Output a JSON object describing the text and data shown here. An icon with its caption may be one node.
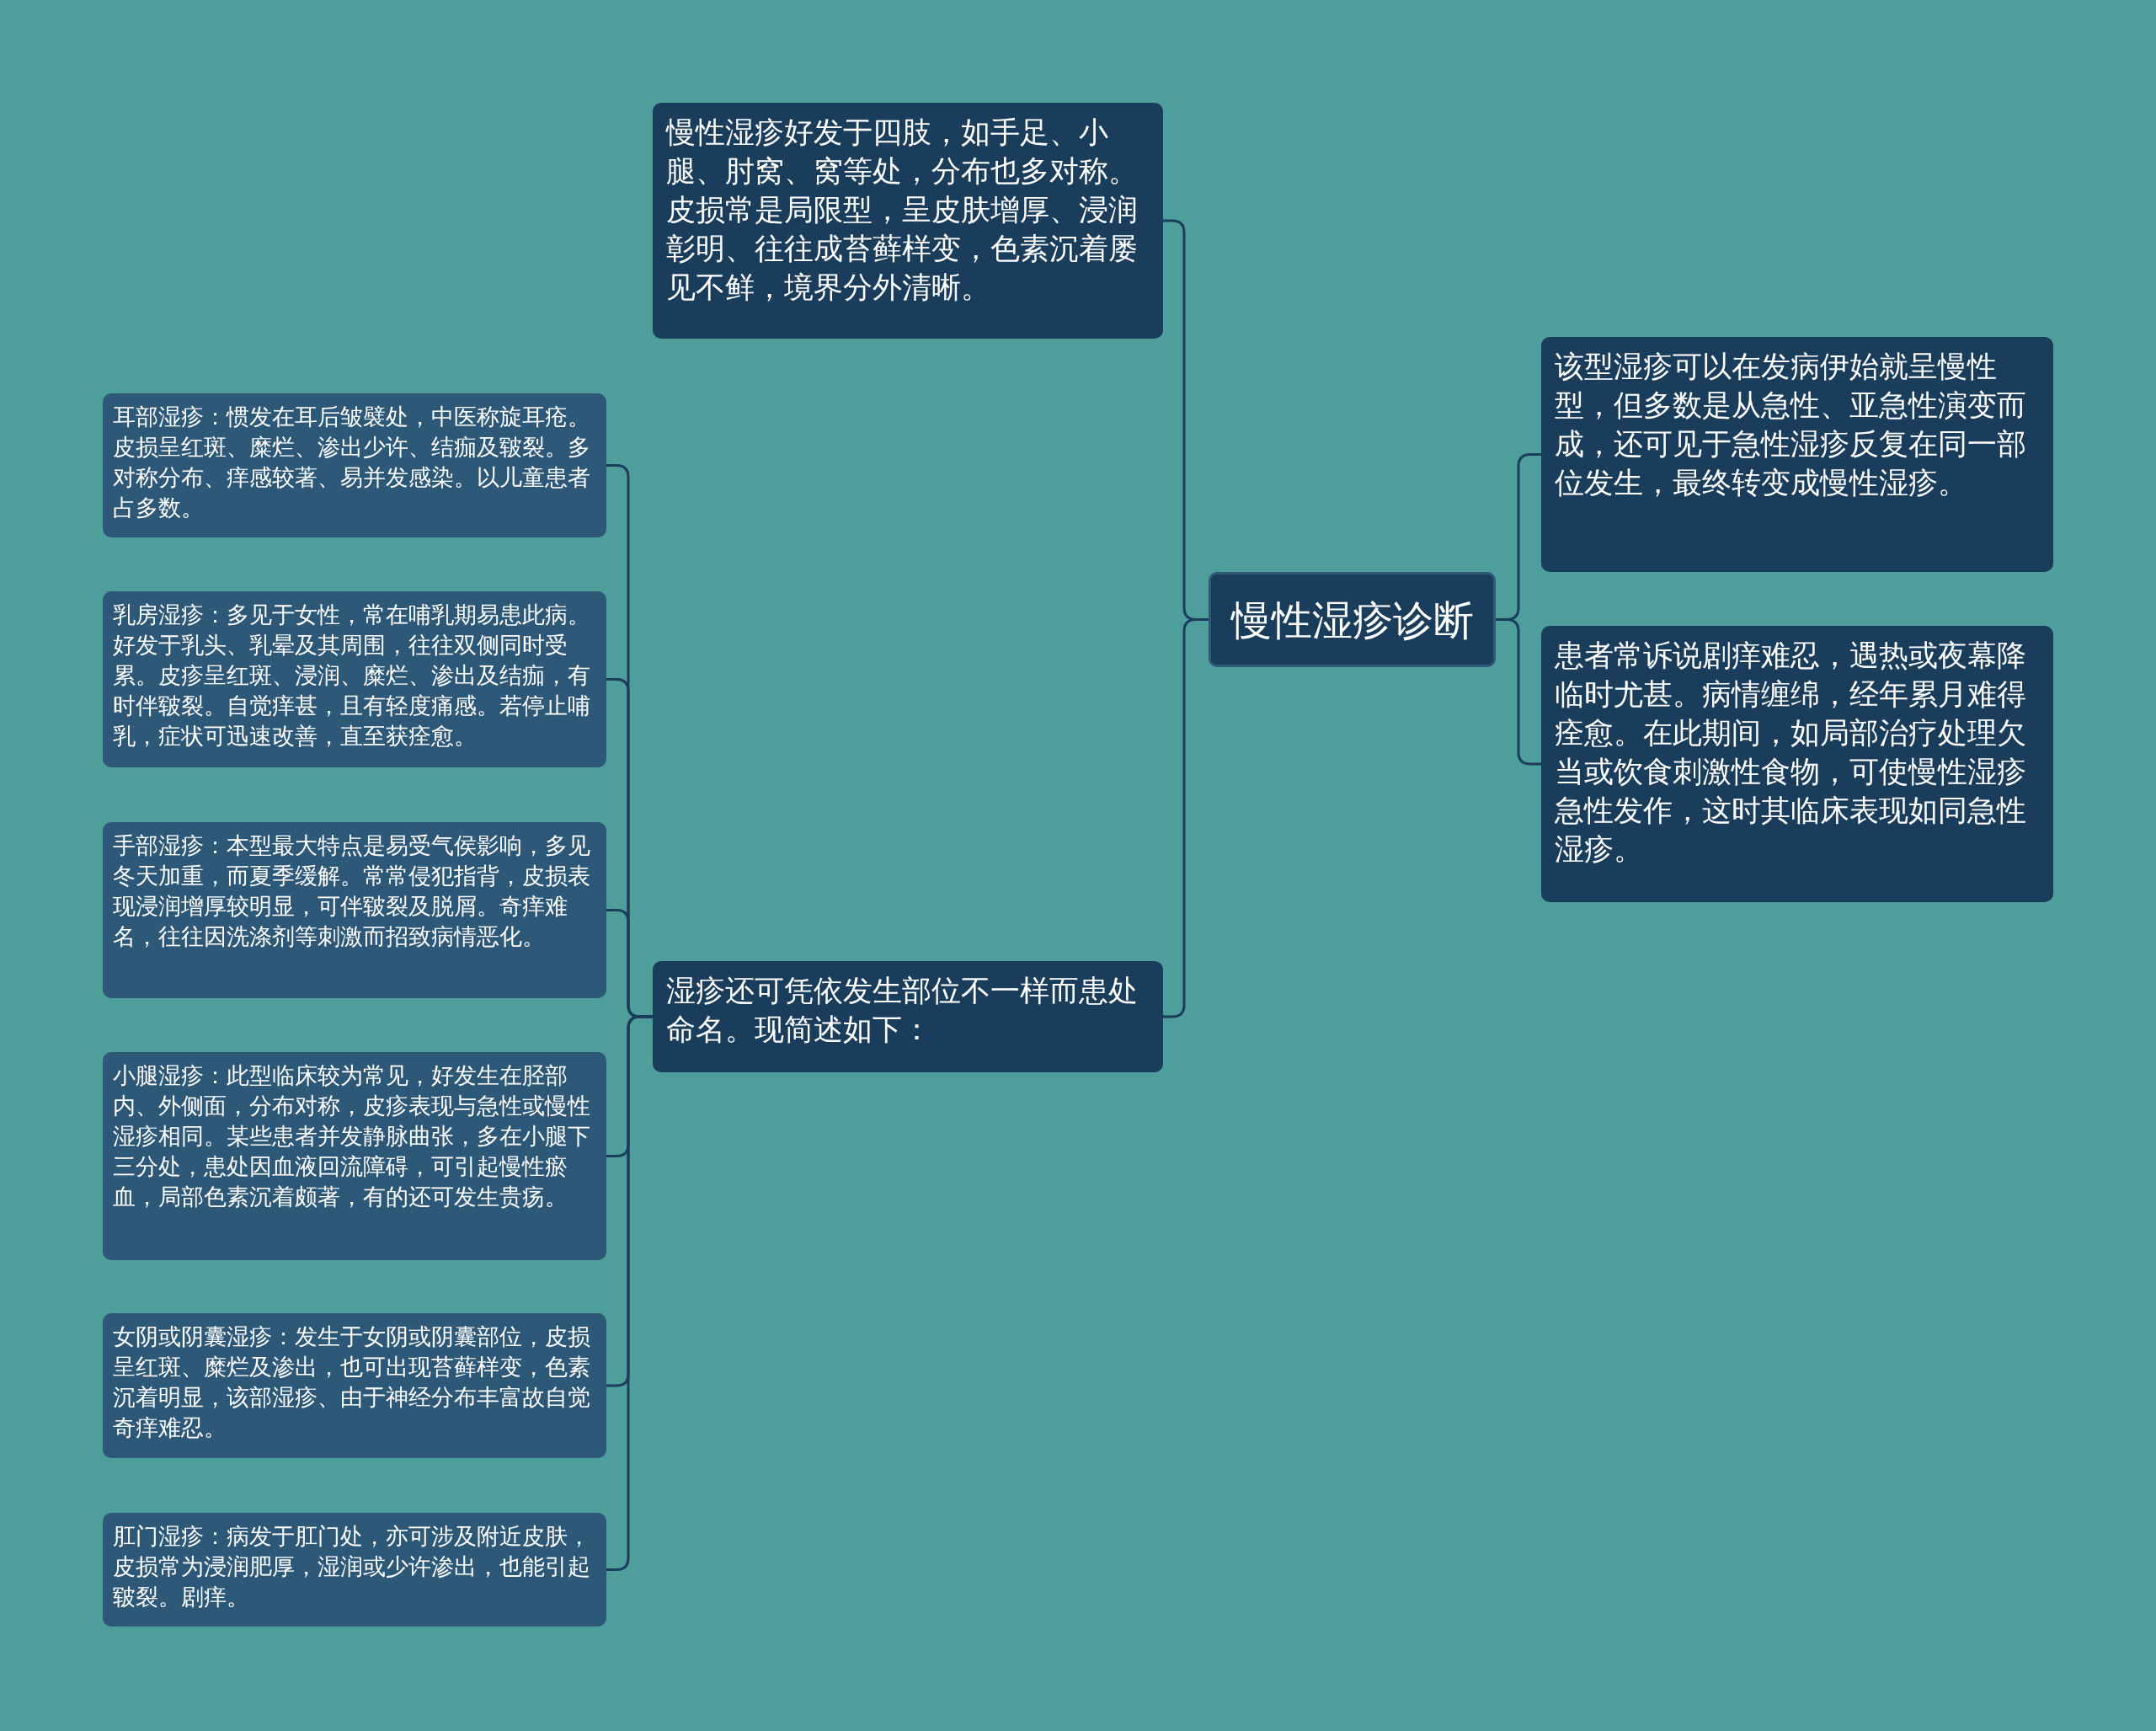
{
  "diagram": {
    "nodes": [
      {
        "text": [
          "慢性湿疹诊断"
        ]
      },
      {
        "text": [
          "慢性湿疹好发于四肢，如手足、小腿、肘窝、窝等处，分布也多对称。皮损常是局限型，呈皮肤增厚、浸润彰明、往往成苔藓样变，色素沉着屡见不鲜，境界分外清晰。"
        ]
      },
      {
        "text": [
          "湿疹还可凭依发生部位不一样而患处命名。现简述如下："
        ]
      },
      {
        "text": [
          "耳部湿疹：惯发在耳后皱襞处，中医称旋耳疮。皮损呈红斑、糜烂、渗出少许、结痂及皲裂。多对称分布、痒感较著、易并发感染。以儿童患者占多数。"
        ]
      },
      {
        "text": [
          "乳房湿疹：多见于女性，常在哺乳期易患此病。好发于乳头、乳晕及其周围，往往双侧同时受累。皮疹呈红斑、浸润、糜烂、渗出及结痂，有时伴皲裂。自觉痒甚，且有轻度痛感。若停止哺乳，症状可迅速改善，直至获痊愈。"
        ]
      },
      {
        "text": [
          "手部湿疹：本型最大特点是易受气侯影响，多见冬天加重，而夏季缓解。常常侵犯指背，皮损表现浸润增厚较明显，可伴皲裂及脱屑。奇痒难名，往往因洗涤剂等刺激而招致病情恶化。"
        ]
      },
      {
        "text": [
          "小腿湿疹：此型临床较为常见，好发生在胫部内、外侧面，分布对称，皮疹表现与急性或慢性湿疹相同。某些患者并发静脉曲张，多在小腿下三分处，患处因血液回流障碍，可引起慢性瘀血，局部色素沉着颇著，有的还可发生贵疡。"
        ]
      },
      {
        "text": [
          "女阴或阴囊湿疹：发生于女阴或阴囊部位，皮损呈红斑、糜烂及渗出，也可出现苔藓样变，色素沉着明显，该部湿疹、由于神经分布丰富故自觉奇痒难忍。"
        ]
      },
      {
        "text": [
          "肛门湿疹：病发于肛门处，亦可涉及附近皮肤，皮损常为浸润肥厚，湿润或少许渗出，也能引起皲裂。剧痒。"
        ]
      },
      {
        "text": [
          "该型湿疹可以在发病伊始就呈慢性型，但多数是从急性、亚急性演变而成，还可见于急性湿疹反复在同一部位发生，最终转变成慢性湿疹。"
        ]
      },
      {
        "text": [
          "患者常诉说剧痒难忍，遇热或夜幕降临时尤甚。病情缠绵，经年累月难得痊愈。在此期间，如局部治疗处理欠当或饮食刺激性食物，可使慢性湿疹急性发作，这时其临床表现如同急性湿疹。"
        ]
      }
    ],
    "edges": [
      {
        "from": 0,
        "to": 1,
        "arrow": "none"
      },
      {
        "from": 0,
        "to": 2,
        "arrow": "none"
      },
      {
        "from": 2,
        "to": 3,
        "arrow": "none"
      },
      {
        "from": 2,
        "to": 4,
        "arrow": "none"
      },
      {
        "from": 2,
        "to": 5,
        "arrow": "none"
      },
      {
        "from": 2,
        "to": 6,
        "arrow": "none"
      },
      {
        "from": 2,
        "to": 7,
        "arrow": "none"
      },
      {
        "from": 2,
        "to": 8,
        "arrow": "none"
      },
      {
        "from": 0,
        "to": 9,
        "arrow": "none"
      },
      {
        "from": 0,
        "to": 10,
        "arrow": "none"
      }
    ]
  }
}
